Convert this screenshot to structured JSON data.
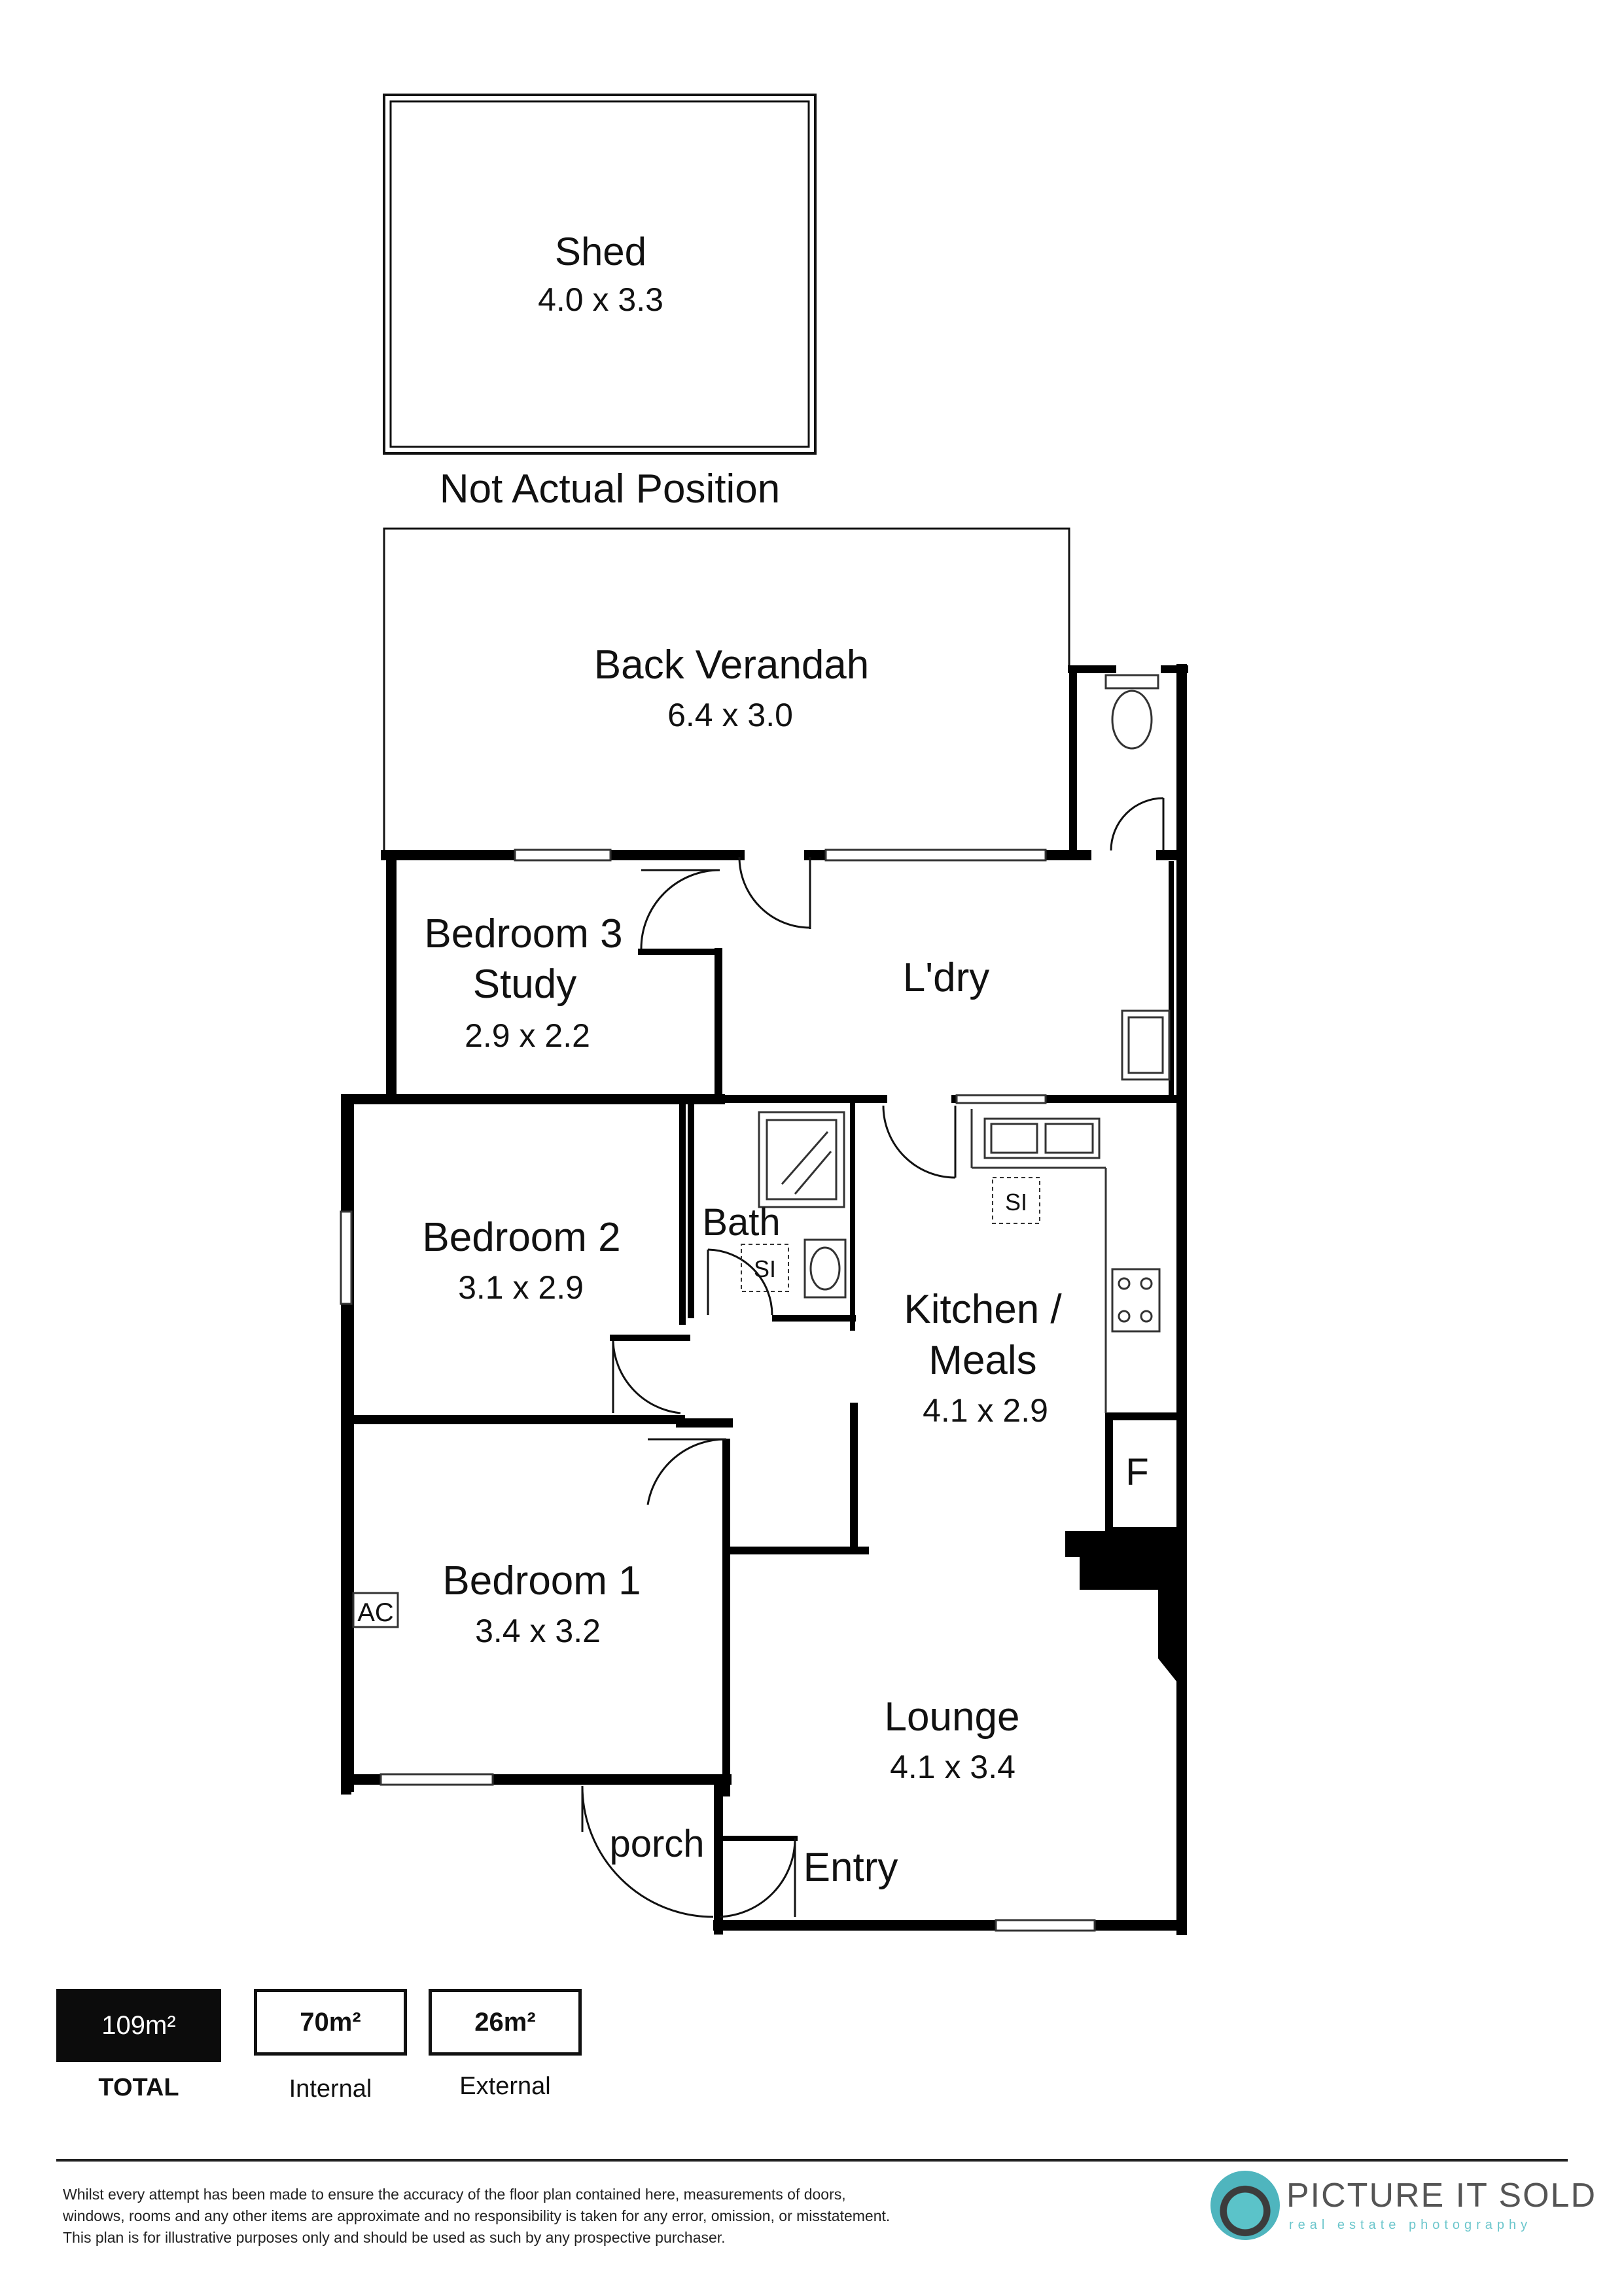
{
  "shed": {
    "name": "Shed",
    "size": "4.0 x 3.3",
    "note": "Not Actual Position"
  },
  "rooms": {
    "back_verandah": {
      "name": "Back Verandah",
      "size": "6.4 x 3.0"
    },
    "bedroom3": {
      "name_line1": "Bedroom 3",
      "name_line2": "Study",
      "size": "2.9 x 2.2"
    },
    "laundry": {
      "name": "L'dry"
    },
    "bedroom2": {
      "name": "Bedroom 2",
      "size": "3.1 x 2.9"
    },
    "bath": {
      "name": "Bath"
    },
    "kitchen": {
      "name_line1": "Kitchen /",
      "name_line2": "Meals",
      "size": "4.1 x 2.9"
    },
    "bedroom1": {
      "name": "Bedroom 1",
      "size": "3.4 x 3.2"
    },
    "lounge": {
      "name": "Lounge",
      "size": "4.1 x 3.4"
    },
    "porch": {
      "name": "porch"
    },
    "entry": {
      "name": "Entry"
    }
  },
  "fixtures": {
    "sink_label": "SI",
    "fridge_label": "F",
    "ac_label": "AC"
  },
  "areas": {
    "total": {
      "value": "109m²",
      "label": "TOTAL"
    },
    "internal": {
      "value": "70m²",
      "label": "Internal"
    },
    "external": {
      "value": "26m²",
      "label": "External"
    }
  },
  "disclaimer": {
    "line1": "Whilst every attempt has been made to ensure the accuracy of the floor plan contained here, measurements of doors,",
    "line2": "windows, rooms and any other items are approximate and no responsibility is taken for any error, omission, or misstatement.",
    "line3": "This plan is for illustrative purposes only and should be used as such by any prospective purchaser."
  },
  "brand": {
    "name": "PICTURE IT SOLD",
    "tagline": "real estate photography",
    "accent": "#4fb5be"
  }
}
